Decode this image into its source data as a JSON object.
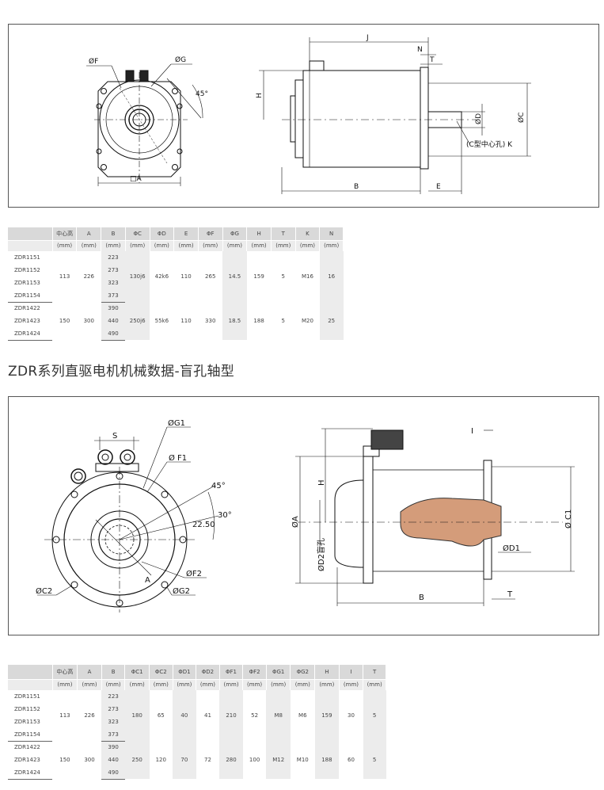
{
  "drawing1": {
    "labels": {
      "phiF": "ØF",
      "phiG": "ØG",
      "angle": "45°",
      "A": "□A",
      "J": "J",
      "N": "N",
      "T": "T",
      "H": "H",
      "phiD": "ØD",
      "phiC": "ØC",
      "hole": "(C型中心孔) K",
      "B": "B",
      "E": "E"
    }
  },
  "table1": {
    "headers": [
      "",
      "中心高",
      "A",
      "B",
      "ΦC",
      "ΦD",
      "E",
      "ΦF",
      "ΦG",
      "H",
      "T",
      "K",
      "N"
    ],
    "units": [
      "",
      "(mm)",
      "(mm)",
      "(mm)",
      "(mm)",
      "(mm)",
      "(mm)",
      "(mm)",
      "(mm)",
      "(mm)",
      "(mm)",
      "(mm)",
      "(mm)"
    ],
    "groups": [
      {
        "models": [
          "ZDR1151",
          "ZDR1152",
          "ZDR1153",
          "ZDR1154"
        ],
        "B": [
          "223",
          "273",
          "323",
          "373"
        ],
        "center_height": "113",
        "A": "226",
        "C": "130j6",
        "D": "42k6",
        "E": "110",
        "F": "265",
        "G": "14.5",
        "H": "159",
        "T": "5",
        "K": "M16",
        "N": "16"
      },
      {
        "models": [
          "ZDR1422",
          "ZDR1423",
          "ZDR1424"
        ],
        "B": [
          "390",
          "440",
          "490"
        ],
        "center_height": "150",
        "A": "300",
        "C": "250j6",
        "D": "55k6",
        "E": "110",
        "F": "330",
        "G": "18.5",
        "H": "188",
        "T": "5",
        "K": "M20",
        "N": "25"
      }
    ]
  },
  "section_title": "ZDR系列直驱电机机械数据-盲孔轴型",
  "drawing2": {
    "labels": {
      "phiG1": "ØG1",
      "S": "S",
      "phiF1": "Ø F1",
      "a45": "45°",
      "a30": "30°",
      "a2250": "22.50",
      "A": "A",
      "phiF2": "ØF2",
      "phiC2": "ØC2",
      "phiG2": "ØG2",
      "I": "I",
      "H": "H",
      "phiA": "ØA",
      "phiD2": "ØD2盲孔",
      "phiC1": "Ø C1",
      "phiD1": "ØD1",
      "B": "B",
      "T": "T"
    }
  },
  "table2": {
    "headers": [
      "",
      "中心高",
      "A",
      "B",
      "ΦC1",
      "ΦC2",
      "ΦD1",
      "ΦD2",
      "ΦF1",
      "ΦF2",
      "ΦG1",
      "ΦG2",
      "H",
      "I",
      "T"
    ],
    "units": [
      "",
      "(mm)",
      "(mm)",
      "(mm)",
      "(mm)",
      "(mm)",
      "(mm)",
      "(mm)",
      "(mm)",
      "(mm)",
      "(mm)",
      "(mm)",
      "(mm)",
      "(mm)",
      "(mm)"
    ],
    "groups": [
      {
        "models": [
          "ZDR1151",
          "ZDR1152",
          "ZDR1153",
          "ZDR1154"
        ],
        "B": [
          "223",
          "273",
          "323",
          "373"
        ],
        "center_height": "113",
        "A": "226",
        "C1": "180",
        "C2": "65",
        "D1": "40",
        "D2": "41",
        "F1": "210",
        "F2": "52",
        "G1": "M8",
        "G2": "M6",
        "H": "159",
        "I": "30",
        "T": "5"
      },
      {
        "models": [
          "ZDR1422",
          "ZDR1423",
          "ZDR1424"
        ],
        "B": [
          "390",
          "440",
          "490"
        ],
        "center_height": "150",
        "A": "300",
        "C1": "250",
        "C2": "120",
        "D1": "70",
        "D2": "72",
        "F1": "280",
        "F2": "100",
        "G1": "M12",
        "G2": "M10",
        "H": "188",
        "I": "60",
        "T": "5"
      }
    ]
  }
}
